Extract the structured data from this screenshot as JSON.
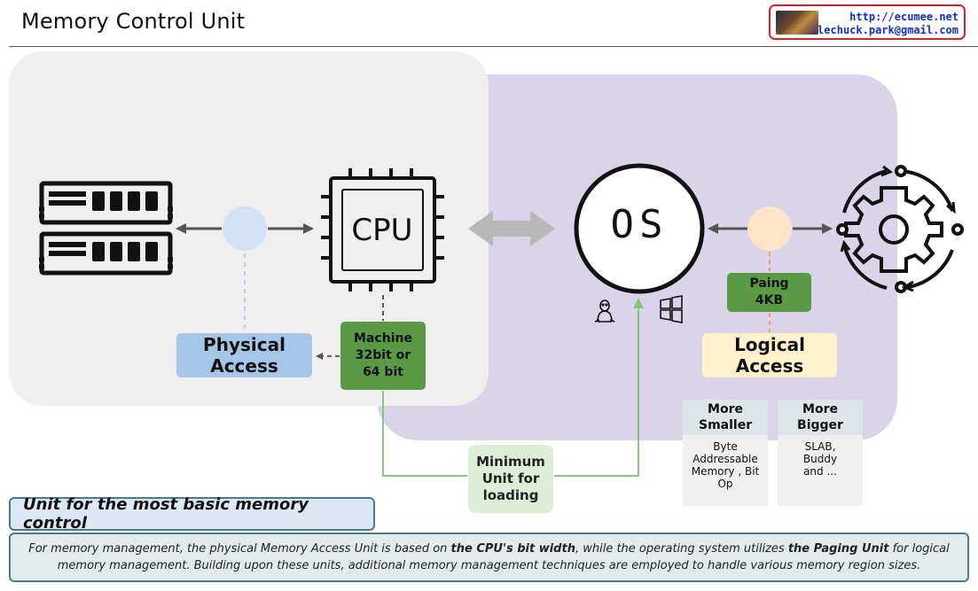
{
  "header": {
    "title": "Memory Control Unit",
    "contact_url": "http://ecumee.net",
    "contact_email": "lechuck.park@gmail.com"
  },
  "diagram": {
    "cpu_label": "CPU",
    "os_label": "OS",
    "physical_access": "Physical Access",
    "machine_box": "Machine 32bit or 64 bit",
    "paging_box": "Paing 4KB",
    "logical_access": "Logical Access",
    "minimum_unit": "Minimum Unit for loading",
    "card_smaller": {
      "title": "More Smaller",
      "body": "Byte Addressable Memory , Bit Op"
    },
    "card_bigger": {
      "title": "More Bigger",
      "body": "SLAB, Buddy and ..."
    }
  },
  "footer": {
    "section_label": "Unit for the most basic memory control",
    "description_parts": [
      "For memory management, the physical Memory Access Unit is based on ",
      "the CPU's bit width",
      ", while the operating system utilizes ",
      "the Paging Unit",
      " for logical memory management. Building upon these units, additional memory management techniques are employed to handle various memory region sizes."
    ]
  },
  "colors": {
    "gray_zone": "#efefef",
    "purple_zone": "#dad3ea",
    "physical_blue": "#a6c6e8",
    "machine_green": "#5a9a45",
    "logical_yellow": "#fff2cc",
    "minimum_green": "#dfecd6",
    "border_teal": "#4a7a8e",
    "contact_red": "#e02020"
  },
  "icons": [
    "ram-module-icon",
    "cpu-chip-icon",
    "os-circle-icon",
    "linux-tux-icon",
    "windows-logo-icon",
    "gear-cycle-icon"
  ]
}
